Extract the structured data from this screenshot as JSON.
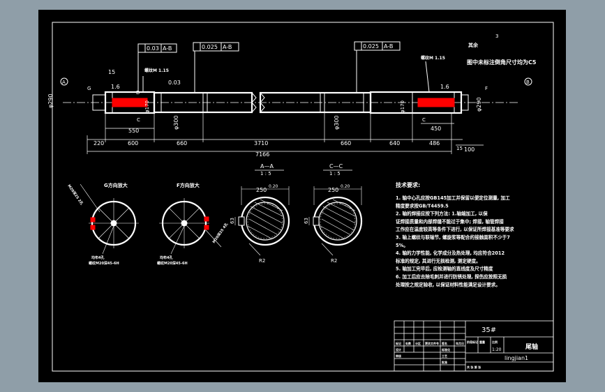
{
  "colors": {
    "background": "#8f9ea8",
    "sheet": "#000000",
    "line": "#ffffff",
    "hatch": "#ff0000"
  },
  "tolerances": {
    "left": "0.03",
    "left_datum": "A-B",
    "mid_left": "0.025",
    "mid_left_datum": "A-B",
    "mid_right": "0.025",
    "mid_right_datum": "A-B"
  },
  "note_top": "图中未标注倒角尺寸均为C5",
  "roughness": {
    "prefix": "其余",
    "value": "3"
  },
  "flatness": "0.03",
  "labels": {
    "n15": "15",
    "n16l": "1.6",
    "n16r": "1.6",
    "A": "A",
    "B": "B",
    "D": "D",
    "G": "G",
    "F": "F",
    "C1": "C",
    "C2": "C",
    "thread_left": "螺纹M 1.15",
    "thread_right": "螺纹M 1.15",
    "phi_left": "φ290",
    "phi_right": "φ290",
    "phi_mid_left": "φ300",
    "phi_mid_right": "φ300",
    "d170l": "φ170",
    "d170r": "φ170"
  },
  "dims": {
    "d550": "550",
    "d450": "450",
    "d220": "220",
    "d600": "600",
    "d660a": "660",
    "d3710": "3710",
    "d660b": "660",
    "d640": "640",
    "d486": "486",
    "d15": "15",
    "d100": "100",
    "d7166": "7166"
  },
  "sections": {
    "aa_title": "A—A",
    "aa_scale": "1 : 5",
    "cc_title": "C—C",
    "cc_scale": "1 : 5",
    "g_view": "G方向放大",
    "f_view": "F方向放大",
    "g_label": "均布4孔",
    "g_spec": "螺纹M20深45-6H",
    "g_side": "M20深25 2孔",
    "f_label": "均布4孔",
    "f_spec": "螺纹M20深45-6H",
    "f_side": "M20深25 4孔",
    "aa_dim": "250",
    "aa_tol": "0.20",
    "aa_w": "63",
    "aa_r": "R2",
    "cc_dim": "250",
    "cc_tol": "0.20",
    "cc_w": "63",
    "cc_r": "R2"
  },
  "tech": {
    "title": "技术要求:",
    "lines": [
      "1. 轴中心孔应按GB145加工并保留以便定位测量, 加工",
      "    精度要求按GB/T4459.5",
      "2. 轴的焊接应按下列方法: 1.轴端加工, 以保",
      "证焊接质量和内部焊缝不能过于集中; 焊接, 轴管焊接",
      "工作应在温度较高等条件下进行, 以保证所焊接基准等要求",
      "3. 轴上螺纹与联轴节, 螺旋浆等配合的接触面积不少于7",
      "5%。",
      "4. 轴的力学性能, 化学成分及热处理, 均应符合2012",
      "标准的规定, 其进行无损检测, 测定硬度。",
      "5. 轴加工完毕后, 应检测轴的直线度及尺寸精度",
      "6. 加工后应去除毛刺并进行防锈处理, 探伤应按照无损",
      "处理按之规定验收, 以保证材料性能满足设计要求。"
    ]
  },
  "titleblock": {
    "material": "35#",
    "name": "尾轴",
    "drawing_no": "lingjian1",
    "scale": "1:20",
    "h1": "标记",
    "h2": "处数",
    "h3": "分区",
    "h4": "更改文件号",
    "h5": "签名",
    "h6": "年月日",
    "design": "设计",
    "std": "标准化",
    "check": "审核",
    "craft": "工艺",
    "approve": "批准",
    "stage": "阶段标记",
    "weight": "重量",
    "ratio": "比例",
    "sheets": "共  张  第  张"
  }
}
